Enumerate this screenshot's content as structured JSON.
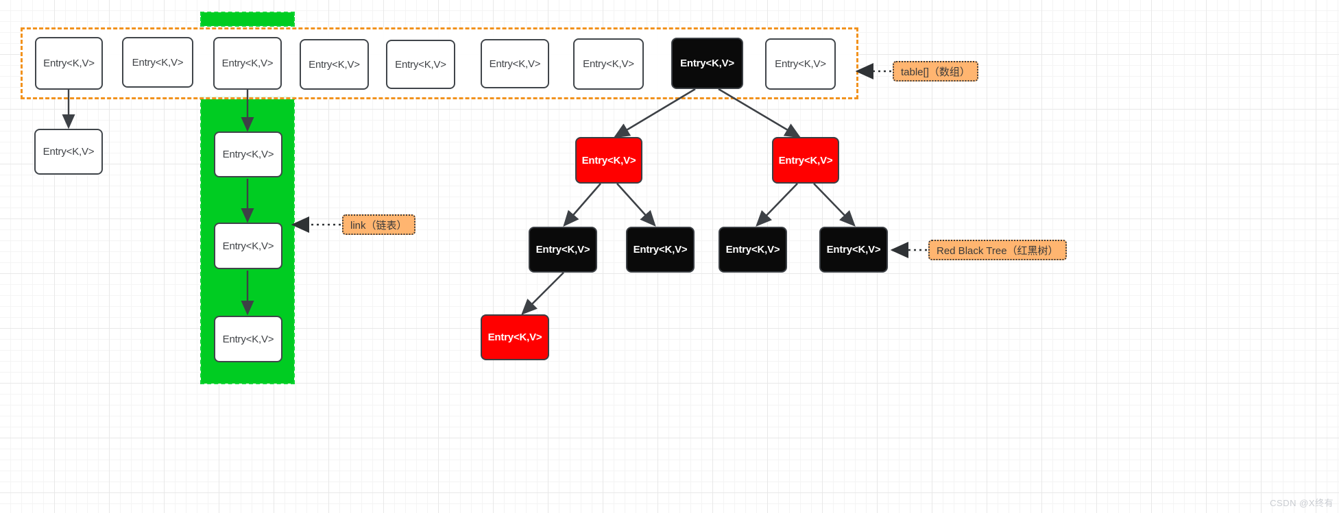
{
  "diagram": {
    "title": "HashMap table / link / red-black tree structure",
    "node_label": "Entry<K,V>",
    "colors": {
      "table_region_border": "#f2921d",
      "link_band": "#00cc22",
      "black_node": "#0a0a0a",
      "red_node": "#ff0000",
      "white_node": "#ffffff",
      "node_border": "#40454a",
      "annotation_fill": "#ffb570",
      "grid": "#e8e8e8"
    }
  },
  "table_row": {
    "region_name": "table-array-region",
    "cells": [
      {
        "label": "Entry<K,V>",
        "color": "white"
      },
      {
        "label": "Entry<K,V>",
        "color": "white"
      },
      {
        "label": "Entry<K,V>",
        "color": "white"
      },
      {
        "label": "Entry<K,V>",
        "color": "white"
      },
      {
        "label": "Entry<K,V>",
        "color": "white"
      },
      {
        "label": "Entry<K,V>",
        "color": "white"
      },
      {
        "label": "Entry<K,V>",
        "color": "white"
      },
      {
        "label": "Entry<K,V>",
        "color": "black"
      },
      {
        "label": "Entry<K,V>",
        "color": "white"
      }
    ]
  },
  "left_chain": {
    "nodes": [
      {
        "label": "Entry<K,V>",
        "color": "white"
      }
    ]
  },
  "link_chain": {
    "nodes": [
      {
        "label": "Entry<K,V>",
        "color": "white"
      },
      {
        "label": "Entry<K,V>",
        "color": "white"
      },
      {
        "label": "Entry<K,V>",
        "color": "white"
      }
    ]
  },
  "tree": {
    "level2": [
      {
        "label": "Entry<K,V>",
        "color": "red"
      },
      {
        "label": "Entry<K,V>",
        "color": "red"
      }
    ],
    "level3": [
      {
        "label": "Entry<K,V>",
        "color": "black"
      },
      {
        "label": "Entry<K,V>",
        "color": "black"
      },
      {
        "label": "Entry<K,V>",
        "color": "black"
      },
      {
        "label": "Entry<K,V>",
        "color": "black"
      }
    ],
    "level4": [
      {
        "label": "Entry<K,V>",
        "color": "red"
      }
    ]
  },
  "annotations": {
    "table": "table[]（数组）",
    "link": "link（链表）",
    "tree": "Red Black Tree（红黑树）"
  },
  "watermark": "CSDN @X终有"
}
